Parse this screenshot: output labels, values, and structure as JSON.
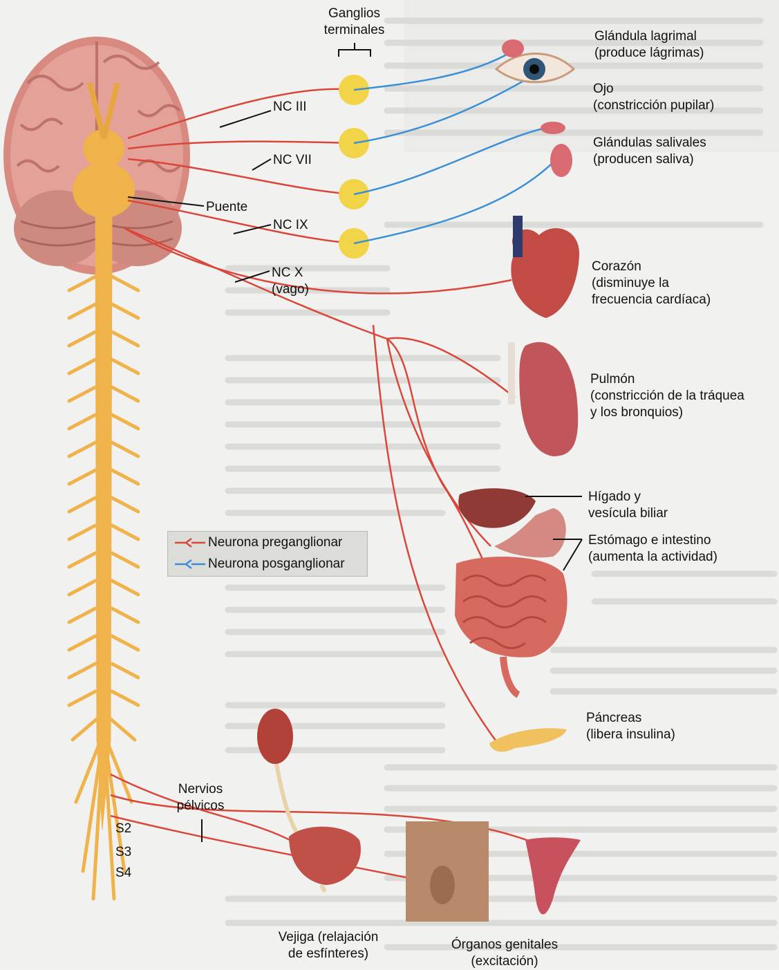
{
  "labels": {
    "ganglios": [
      "Ganglios",
      "terminales"
    ],
    "nc3": "NC III",
    "nc7": "NC VII",
    "puente": "Puente",
    "nc9": "NC IX",
    "nc10": [
      "NC X",
      "(vago)"
    ],
    "glandula_lagrimal": [
      "Glándula lagrimal",
      "(produce lágrimas)"
    ],
    "ojo": [
      "Ojo",
      "(constricción pupilar)"
    ],
    "glandulas_salivales": [
      "Glándulas salivales",
      "(producen saliva)"
    ],
    "corazon": [
      "Corazón",
      "(disminuye la",
      "frecuencia cardíaca)"
    ],
    "pulmon": [
      "Pulmón",
      "(constricción de la tráquea",
      "y los bronquios)"
    ],
    "higado": [
      "Hígado y",
      "vesícula biliar"
    ],
    "estomago": [
      "Estómago e intestino",
      "(aumenta la actividad)"
    ],
    "pancreas": [
      "Páncreas",
      "(libera insulina)"
    ],
    "nervios_pelvicos": [
      "Nervios",
      "pélvicos"
    ],
    "s2": "S2",
    "s3": "S3",
    "s4": "S4",
    "vejiga": [
      "Vejiga (relajación",
      "de esfínteres)"
    ],
    "genitales": [
      "Órganos genitales",
      "(excitación)"
    ]
  },
  "legend": {
    "preganglionar": "Neurona preganglionar",
    "posganglionar": "Neurona posganglionar"
  },
  "colors": {
    "preganglionic": "#d9473b",
    "postganglionic": "#3a8fd6",
    "ganglion": "#f2d448",
    "spinal_cord": "#f0b24a",
    "brain": "#d9857a",
    "organ": "#c9525a"
  }
}
